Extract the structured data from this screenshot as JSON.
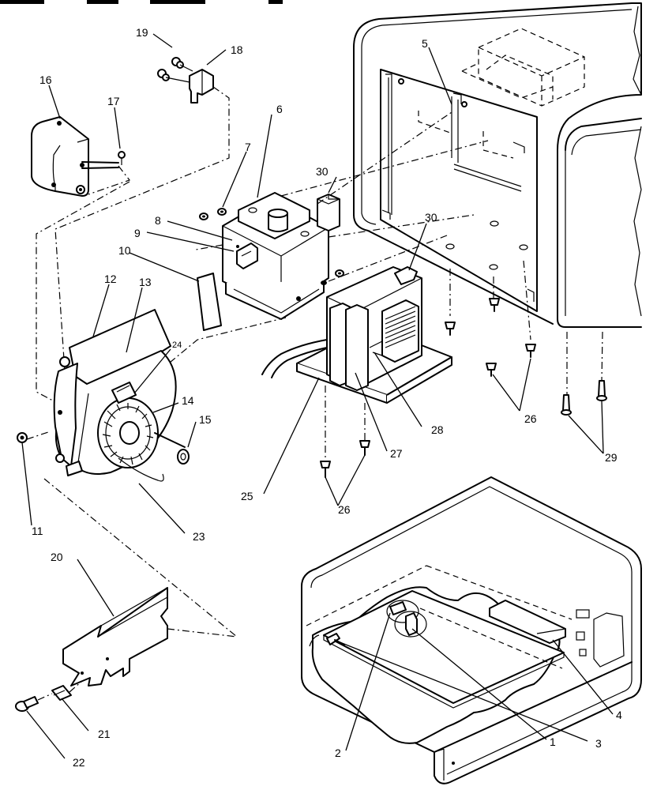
{
  "labels": {
    "n1": "1",
    "n2": "2",
    "n3": "3",
    "n4": "4",
    "n5": "5",
    "n6": "6",
    "n7": "7",
    "n8": "8",
    "n9": "9",
    "n10": "10",
    "n11": "11",
    "n12": "12",
    "n13": "13",
    "n14": "14",
    "n15": "15",
    "n16": "16",
    "n17": "17",
    "n18": "18",
    "n19": "19",
    "n20": "20",
    "n21": "21",
    "n22": "22",
    "n23": "23",
    "n24": "24",
    "n25": "25",
    "n26a": "26",
    "n26b": "26",
    "n27": "27",
    "n28": "28",
    "n29": "29",
    "n30a": "30",
    "n30b": "30"
  }
}
